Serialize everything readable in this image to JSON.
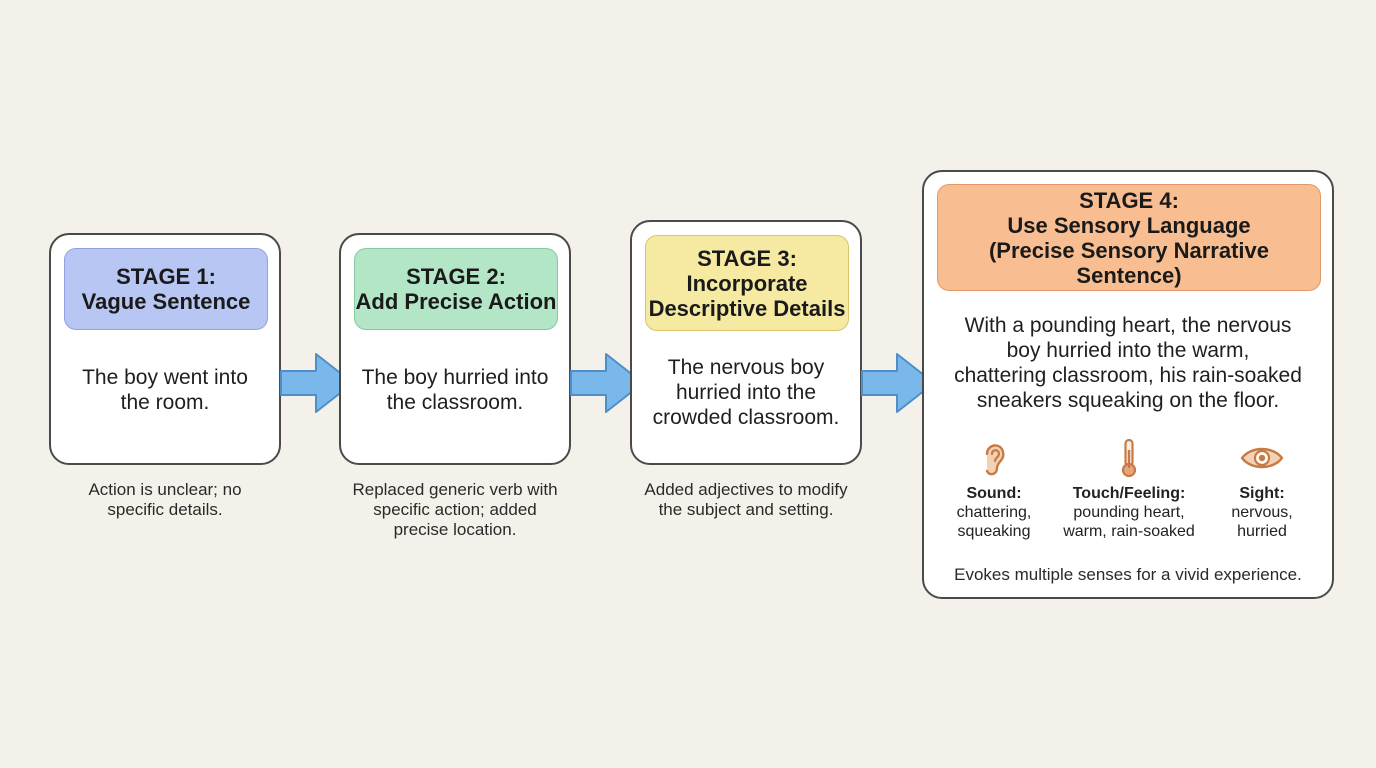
{
  "colors": {
    "stage1": "#b7c6f2",
    "stage1_border": "#8fa4dd",
    "stage2": "#b3e6c6",
    "stage2_border": "#87c9a0",
    "stage3": "#f6eaa3",
    "stage3_border": "#d7c56e",
    "stage4": "#f8be92",
    "stage4_border": "#e09a68",
    "arrow": "#7ab8ec",
    "arrow_border": "#4f8fc8",
    "icon": "#c87a45"
  },
  "stages": [
    {
      "header": [
        "STAGE 1:",
        "Vague Sentence"
      ],
      "sentence": [
        "The boy went into",
        "the room."
      ],
      "note": [
        "Action is unclear; no",
        "specific details."
      ]
    },
    {
      "header": [
        "STAGE 2:",
        "Add Precise Action"
      ],
      "sentence": [
        "The boy hurried into",
        "the classroom."
      ],
      "note": [
        "Replaced generic verb with",
        "specific action; added",
        "precise location."
      ]
    },
    {
      "header": [
        "STAGE 3:",
        "Incorporate",
        "Descriptive Details"
      ],
      "sentence": [
        "The nervous boy",
        "hurried into the",
        "crowded classroom."
      ],
      "note": [
        "Added adjectives to modify",
        "the subject and setting."
      ]
    },
    {
      "header": [
        "STAGE 4:",
        "Use Sensory Language",
        "(Precise Sensory Narrative Sentence)"
      ],
      "sentence": [
        "With a pounding heart, the nervous",
        "boy hurried into the warm,",
        "chattering classroom, his rain-soaked",
        "sneakers squeaking on the floor."
      ],
      "senses": [
        {
          "icon": "ear-icon",
          "label": "Sound:",
          "values": [
            "chattering,",
            "squeaking"
          ]
        },
        {
          "icon": "thermometer-icon",
          "label": "Touch/Feeling:",
          "values": [
            "pounding heart,",
            "warm, rain-soaked"
          ]
        },
        {
          "icon": "eye-icon",
          "label": "Sight:",
          "values": [
            "nervous,",
            "hurried"
          ]
        }
      ],
      "footer": "Evokes multiple senses for a vivid experience."
    }
  ]
}
